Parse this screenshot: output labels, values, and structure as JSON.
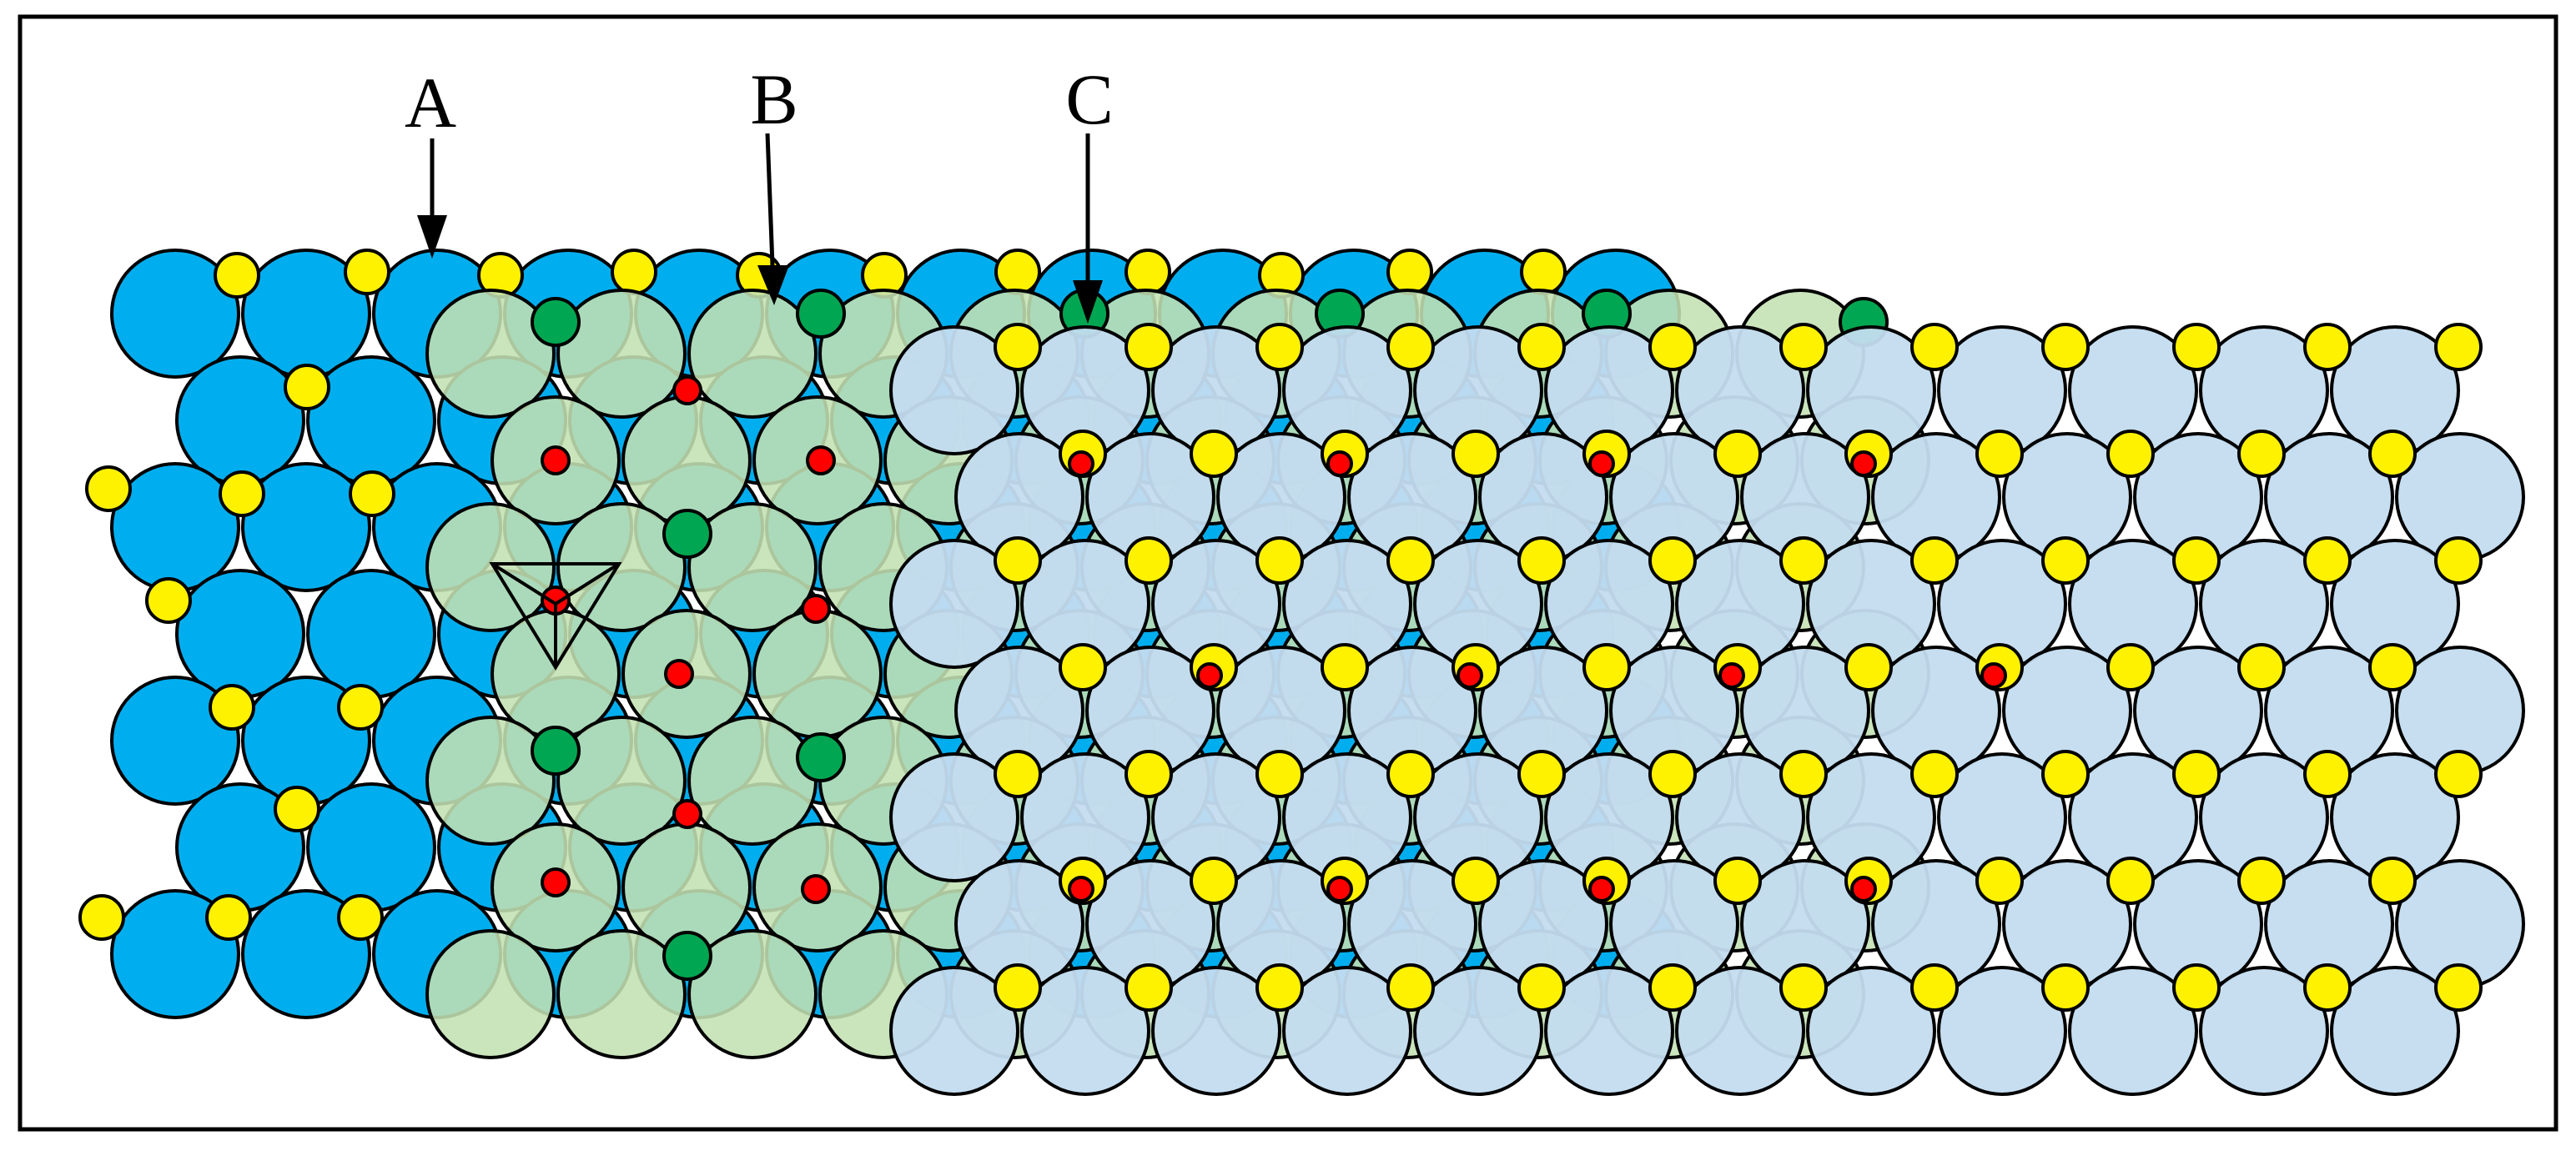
{
  "labels": {
    "a": "A",
    "b": "B",
    "c": "C"
  },
  "colors": {
    "layer_a": "#00aeef",
    "layer_b": "#c3e0b3",
    "layer_c": "#c3dcef",
    "yellow_site": "#fff200",
    "green_site": "#00a651",
    "red_site": "#ff0000",
    "outline": "#000000"
  },
  "legend_marks": {
    "layer_a_atom": "sphere-layer-a",
    "layer_b_atom": "sphere-layer-b",
    "layer_c_atom": "sphere-layer-c",
    "yellow_atom": "small-yellow-atom",
    "green_atom": "small-green-atom",
    "red_atom": "small-red-atom",
    "triangle_site": "tetrahedral-triangle-marker"
  }
}
